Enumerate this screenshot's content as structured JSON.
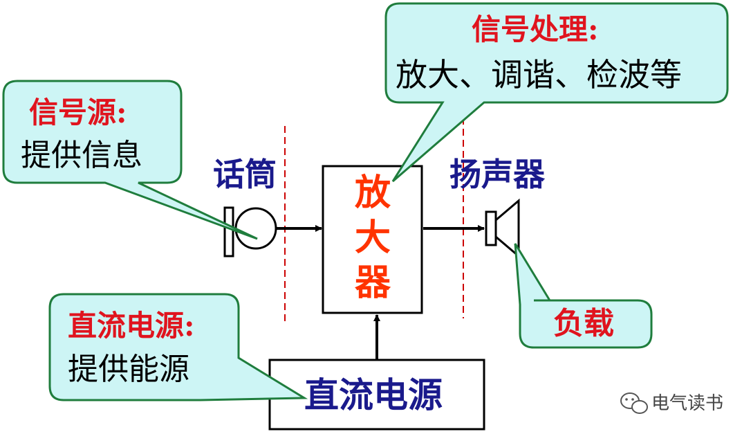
{
  "colors": {
    "callout_fill": "#cdf5f5",
    "callout_border": "#1f7d3d",
    "label_red": "#e0141e",
    "label_navy": "#1a1a8c",
    "amplifier_text": "#ff3300",
    "divider": "#cc0000"
  },
  "callouts": {
    "source": {
      "title": "信号源:",
      "body": "提供信息"
    },
    "processing": {
      "title": "信号处理:",
      "body": "放大、调谐、检波等"
    },
    "power": {
      "title": "直流电源:",
      "body": "提供能源"
    },
    "load": {
      "title": "负载"
    }
  },
  "blocks": {
    "microphone_label": "话筒",
    "speaker_label": "扬声器",
    "amplifier_chars": [
      "放",
      "大",
      "器"
    ],
    "power_supply_label": "直流电源"
  },
  "watermark": {
    "text": "电气读书",
    "icon": "wechat-icon"
  }
}
